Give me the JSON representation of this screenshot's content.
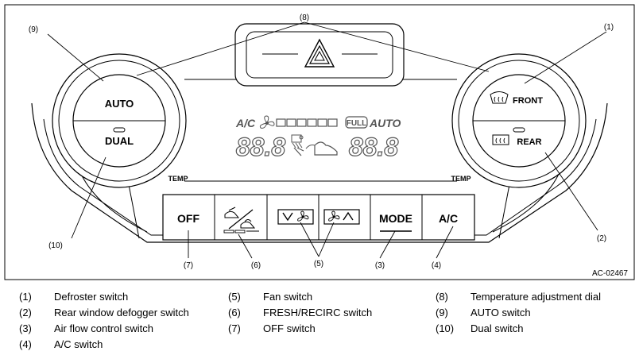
{
  "callouts": [
    "(1)",
    "(2)",
    "(3)",
    "(4)",
    "(5)",
    "(6)",
    "(7)",
    "(8)",
    "(9)",
    "(10)"
  ],
  "buttons": {
    "auto": "AUTO",
    "dual": "DUAL",
    "front": "FRONT",
    "rear": "REAR",
    "off": "OFF",
    "mode": "MODE",
    "ac": "A/C"
  },
  "display": {
    "ac": "A/C",
    "full": "FULL",
    "auto": "AUTO",
    "left_temp": "88.8",
    "right_temp": "88.8"
  },
  "temp_label": "TEMP",
  "figure_code": "AC-02467",
  "legend": [
    {
      "num": "(1)",
      "text": "Defroster switch"
    },
    {
      "num": "(2)",
      "text": "Rear window defogger switch"
    },
    {
      "num": "(3)",
      "text": "Air flow control switch"
    },
    {
      "num": "(4)",
      "text": "A/C switch"
    },
    {
      "num": "(5)",
      "text": "Fan switch"
    },
    {
      "num": "(6)",
      "text": "FRESH/RECIRC switch"
    },
    {
      "num": "(7)",
      "text": "OFF switch"
    },
    {
      "num": "(8)",
      "text": "Temperature adjustment dial"
    },
    {
      "num": "(9)",
      "text": "AUTO switch"
    },
    {
      "num": "(10)",
      "text": "Dual switch"
    }
  ]
}
